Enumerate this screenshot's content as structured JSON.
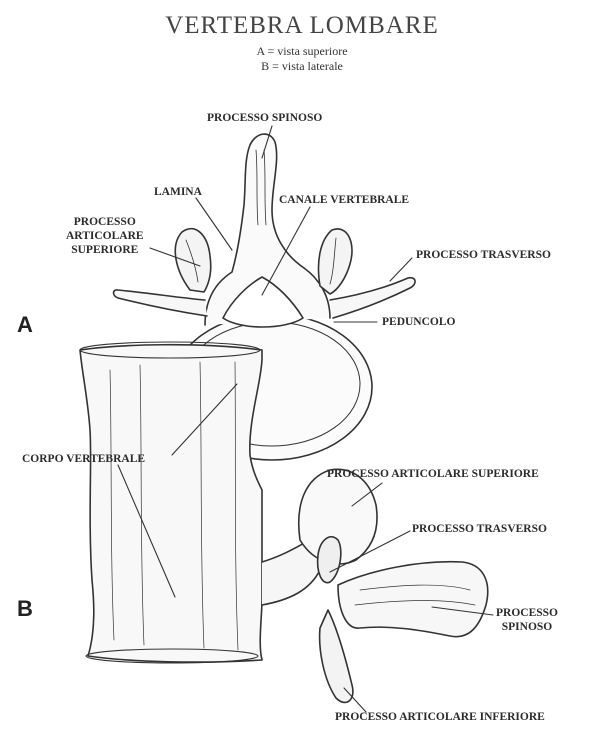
{
  "title": "VERTEBRA LOMBARE",
  "subtitle_a": "A = vista superiore",
  "subtitle_b": "B = vista laterale",
  "view_a": {
    "letter": "A",
    "labels": {
      "processo_spinoso": "PROCESSO SPINOSO",
      "lamina": "LAMINA",
      "canale_vertebrale": "CANALE VERTEBRALE",
      "processo_articolare_superiore": [
        "PROCESSO",
        "ARTICOLARE",
        "SUPERIORE"
      ],
      "processo_trasverso": "PROCESSO TRASVERSO",
      "peduncolo": "PEDUNCOLO",
      "corpo_vertebrale": "CORPO VERTEBRALE"
    }
  },
  "view_b": {
    "letter": "B",
    "labels": {
      "processo_articolare_superiore": "PROCESSO ARTICOLARE SUPERIORE",
      "processo_trasverso": "PROCESSO TRASVERSO",
      "processo_spinoso": [
        "PROCESSO",
        "SPINOSO"
      ],
      "processo_articolare_inferiore": "PROCESSO ARTICOLARE INFERIORE"
    }
  }
}
